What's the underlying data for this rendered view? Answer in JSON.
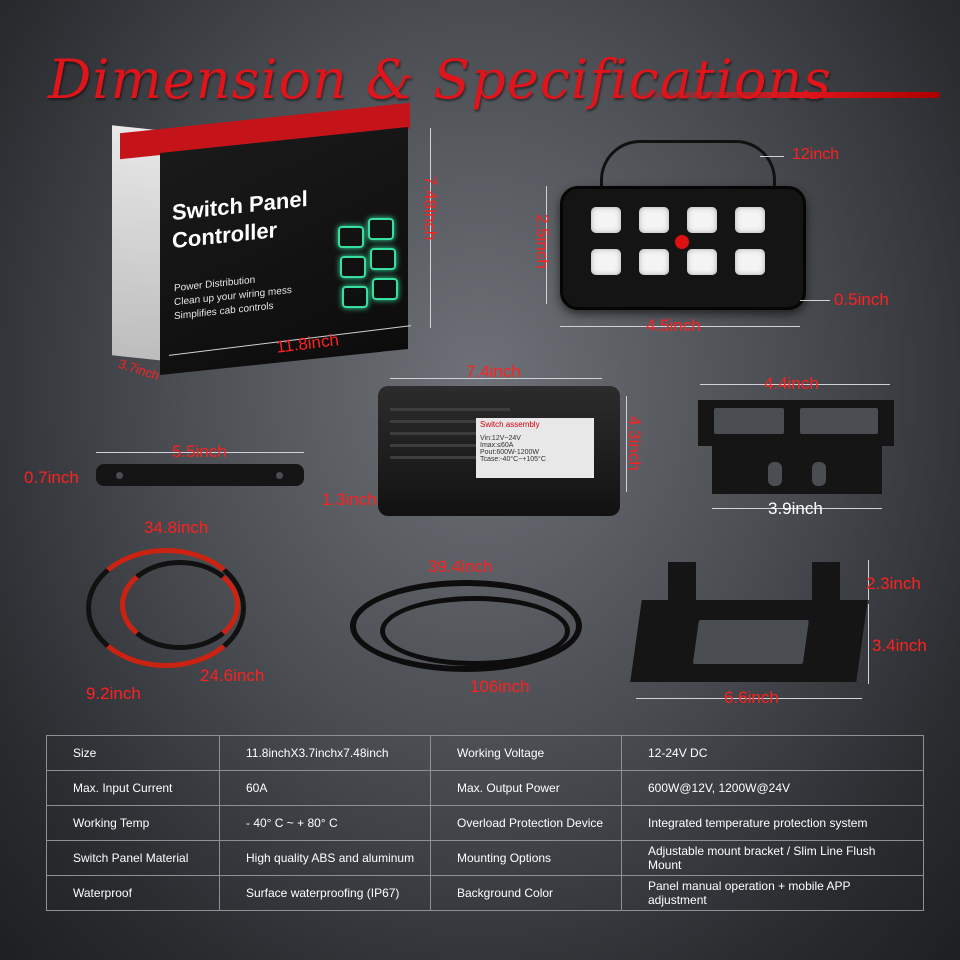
{
  "title": "Dimension & Specifications",
  "box": {
    "title_line1": "Switch Panel",
    "title_line2": "Controller",
    "sub1": "Power Distribution",
    "sub2": "Clean up your wiring mess",
    "sub3": "Simplifies cab controls",
    "dim_length": "11.8inch",
    "dim_height": "7.48inch",
    "dim_width": "3.7inch"
  },
  "panel": {
    "dim_cable": "12inch",
    "dim_height": "2.5inch",
    "dim_width": "4.5inch",
    "dim_depth": "0.5inch"
  },
  "assembly": {
    "label_title": "Switch assembly",
    "label_l1": "Vin:12V~24V",
    "label_l2": "Imax:≤60A",
    "label_l3": "Pout:600W-1200W",
    "label_l4": "Tcase:-40°C~+105°C",
    "dim_width": "7.4inch",
    "dim_height": "4.3inch",
    "dim_depth": "1.3inch"
  },
  "flat_bar": {
    "dim_length": "5.5inch",
    "dim_height": "0.7inch"
  },
  "mount_bracket": {
    "dim_top": "4.4inch",
    "dim_bottom": "3.9inch"
  },
  "power_cables": {
    "dim_a": "34.8inch",
    "dim_b": "24.6inch",
    "dim_c": "9.2inch"
  },
  "harness": {
    "dim_a": "39.4inch",
    "dim_b": "106inch"
  },
  "flush_bracket": {
    "dim_h1": "2.3inch",
    "dim_h2": "3.4inch",
    "dim_w": "6.6inch"
  },
  "specs": [
    [
      "Size",
      "11.8inchX3.7inchx7.48inch",
      "Working Voltage",
      "12-24V DC"
    ],
    [
      "Max. Input Current",
      "60A",
      "Max. Output Power",
      "600W@12V, 1200W@24V"
    ],
    [
      "Working Temp",
      "- 40° C ~ + 80° C",
      "Overload Protection Device",
      "Integrated temperature protection system"
    ],
    [
      "Switch Panel Material",
      "High quality ABS and aluminum",
      "Mounting Options",
      "Adjustable mount bracket / Slim Line Flush Mount"
    ],
    [
      "Waterproof",
      "Surface waterproofing  (IP67)",
      "Background Color",
      "Panel manual operation + mobile APP adjustment"
    ]
  ],
  "colors": {
    "accent_red": "#e0141b",
    "label_red": "#ff2020",
    "key_glow": "#38e0a0"
  }
}
